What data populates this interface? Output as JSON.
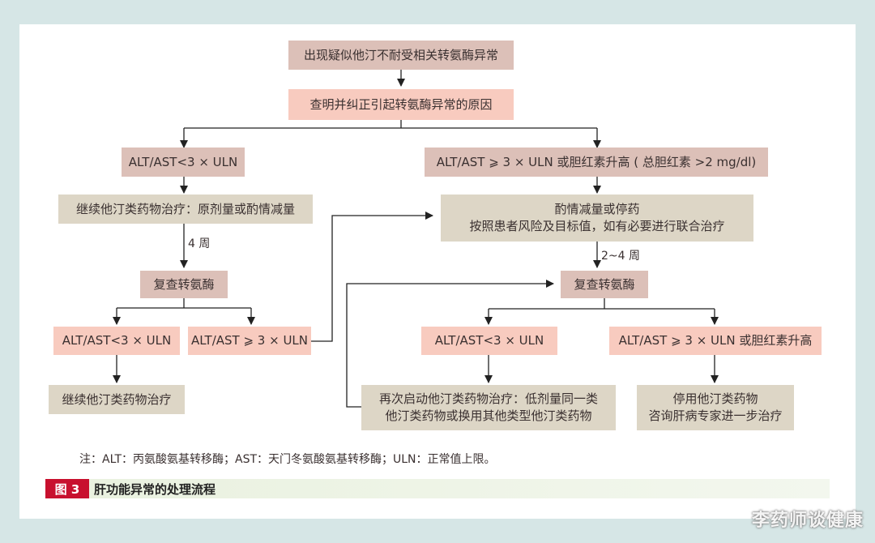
{
  "nodes": {
    "start": "出现疑似他汀不耐受相关转氨酶异常",
    "check_cause": "查明并纠正引起转氨酶异常的原因",
    "low_alt": "ALT/AST<3 × ULN",
    "high_alt": "ALT/AST ⩾ 3 × ULN 或胆红素升高 ( 总胆红素 >2 mg/dl)",
    "continue_adjust": "继续他汀类药物治疗：原剂量或酌情减量",
    "reduce_line1": "酌情减量或停药",
    "reduce_line2": "按照患者风险及目标值，如有必要进行联合治疗",
    "recheck_left": "复查转氨酶",
    "recheck_right": "复查转氨酶",
    "left_low": "ALT/AST<3 × ULN",
    "left_high": "ALT/AST ⩾ 3 × ULN",
    "right_low": "ALT/AST<3 × ULN",
    "right_high": "ALT/AST ⩾ 3 × ULN 或胆红素升高",
    "continue_statin": "继续他汀类药物治疗",
    "restart_line1": "再次启动他汀类药物治疗：低剂量同一类",
    "restart_line2": "他汀类药物或换用其他类型他汀类药物",
    "stop_line1": "停用他汀类药物",
    "stop_line2": "咨询肝病专家进一步治疗"
  },
  "edge_labels": {
    "four_weeks": "4 周",
    "two_four_weeks": "2~4 周"
  },
  "note": "注：ALT：丙氨酸氨基转移酶；AST：天门冬氨酸氨基转移酶；ULN：正常值上限。",
  "caption": {
    "tag": "图 3",
    "title": "肝功能异常的处理流程"
  },
  "watermark": "李药师谈健康",
  "colors": {
    "frame": "#d6e6e6",
    "brown_box": "#dcc0b8",
    "pink_box": "#f8cbbf",
    "beige_box": "#ddd6c6",
    "fig_tag": "#c8102e"
  }
}
